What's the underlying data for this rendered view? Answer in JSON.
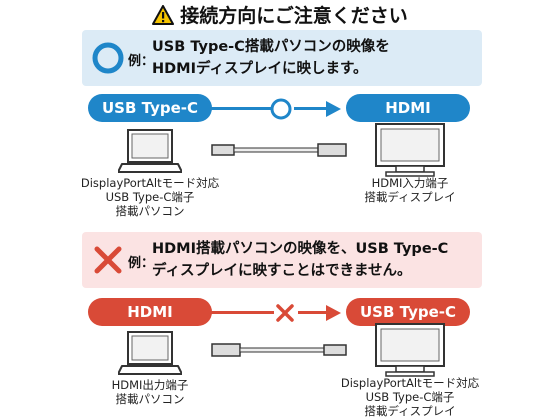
{
  "title": "接続方向にご注意ください",
  "ok_section": {
    "example_label": "例：",
    "text_line1": "USB Type-C搭載パソコンの映像を",
    "text_line2": "HDMIディスプレイに映します。",
    "source_label": "USB Type-C",
    "target_label": "HDMI",
    "source_caption": [
      "DisplayPortAltモード対応",
      "USB Type-C端子",
      "搭載パソコン"
    ],
    "target_caption": [
      "HDMI入力端子",
      "搭載ディスプレイ"
    ]
  },
  "ng_section": {
    "example_label": "例：",
    "text_line1": "HDMI搭載パソコンの映像を、USB Type-C",
    "text_line2": "ディスプレイに映すことはできません。",
    "source_label": "HDMI",
    "target_label": "USB Type-C",
    "source_caption": [
      "HDMI出力端子",
      "搭載パソコン"
    ],
    "target_caption": [
      "DisplayPortAltモード対応",
      "USB Type-C端子",
      "搭載ディスプレイ"
    ]
  },
  "colors": {
    "ok_accent": "#1f86c9",
    "ng_accent": "#d94a37",
    "ok_box_bg": "#dcebf6",
    "ng_box_bg": "#fbe3e3",
    "warning_yellow": "#f6c400"
  },
  "icons": {
    "title": "warning-icon",
    "ok": "circle-ok-icon",
    "ng": "cross-ng-icon",
    "computer": "laptop-icon",
    "display": "monitor-icon",
    "cable": "cable-icon"
  }
}
